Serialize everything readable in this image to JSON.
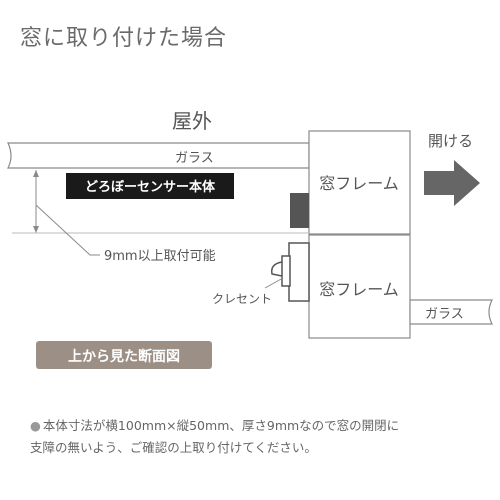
{
  "page": {
    "title": "窓に取り付けた場合"
  },
  "diagram": {
    "outside_label": "屋外",
    "glass_top_label": "ガラス",
    "sensor_label": "どろぼーセンサー本体",
    "frame_top_label": "窓フレーム",
    "frame_bottom_label": "窓フレーム",
    "glass_bottom_label": "ガラス",
    "open_label": "開ける",
    "clearance_label": "9mm以上取付可能",
    "crescent_label": "クレセント",
    "section_badge": "上から見た断面図"
  },
  "note": {
    "bullet": "●",
    "line1": "本体寸法が横100mm×縦50mm、厚さ9mmなので窓の開閉に",
    "line2": "支障の無いよう、ご確認の上取り付けてください。"
  },
  "colors": {
    "line": "#8a8a8a",
    "text": "#555555",
    "arrow": "#666666",
    "sensor_bg": "#1a1a1a",
    "block": "#555555",
    "badge_bg": "#9c8f85"
  }
}
